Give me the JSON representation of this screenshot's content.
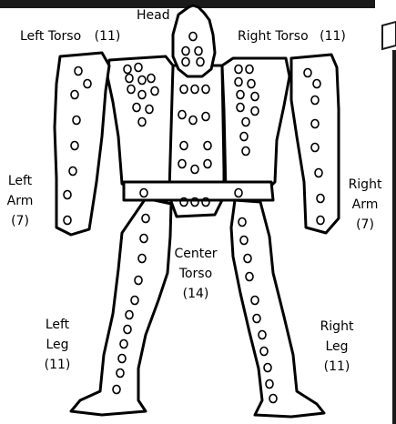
{
  "header": {
    "head_label": "Head"
  },
  "locations": {
    "left_torso": {
      "name": "Left Torso",
      "armor": "(11)"
    },
    "right_torso": {
      "name": "Right Torso",
      "armor": "(11)"
    },
    "center_torso": {
      "line1": "Center",
      "line2": "Torso",
      "armor": "(14)"
    },
    "left_arm": {
      "line1": "Left",
      "line2": "Arm",
      "armor": "(7)"
    },
    "right_arm": {
      "line1": "Right",
      "line2": "Arm",
      "armor": "(7)"
    },
    "left_leg": {
      "line1": "Left",
      "line2": "Leg",
      "armor": "(11)"
    },
    "right_leg": {
      "line1": "Right",
      "line2": "Leg",
      "armor": "(11)"
    }
  },
  "colors": {
    "outline": "#000000",
    "fill": "#ffffff",
    "frame": "#1a1a1a"
  }
}
